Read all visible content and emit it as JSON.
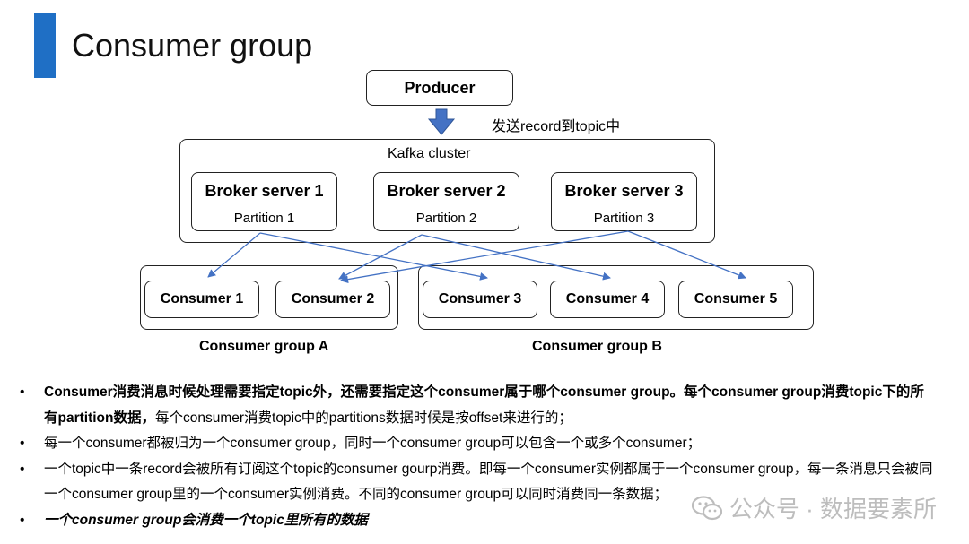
{
  "title": "Consumer group",
  "producer": {
    "label": "Producer"
  },
  "arrow_label": "发送record到topic中",
  "cluster": {
    "label": "Kafka cluster"
  },
  "brokers": [
    {
      "name": "Broker server 1",
      "partition": "Partition 1"
    },
    {
      "name": "Broker server 2",
      "partition": "Partition 2"
    },
    {
      "name": "Broker server 3",
      "partition": "Partition 3"
    }
  ],
  "consumers": [
    "Consumer 1",
    "Consumer 2",
    "Consumer 3",
    "Consumer 4",
    "Consumer 5"
  ],
  "groups": {
    "a": "Consumer group A",
    "b": "Consumer group B"
  },
  "bullets": {
    "b1_bold": "Consumer消费消息时候处理需要指定topic外，还需要指定这个consumer属于哪个consumer group。每个consumer  group消费topic下的所有partition数据，",
    "b1_rest": "每个consumer消费topic中的partitions数据时候是按offset来进行的；",
    "b2": "每一个consumer都被归为一个consumer group，同时一个consumer group可以包含一个或多个consumer；",
    "b3": "一个topic中一条record会被所有订阅这个topic的consumer gourp消费。即每一个consumer实例都属于一个consumer group，每一条消息只会被同一个consumer group里的一个consumer实例消费。不同的consumer group可以同时消费同一条数据；",
    "b4": "一个consumer group会消费一个topic里所有的数据",
    "marker": "•"
  },
  "watermark": {
    "text": "公众号 · 数据要素所",
    "icon": "wechat-icon"
  },
  "colors": {
    "accent": "#1f6fc5",
    "arrow": "#4472c4",
    "watermark": "#bdbdbd"
  }
}
